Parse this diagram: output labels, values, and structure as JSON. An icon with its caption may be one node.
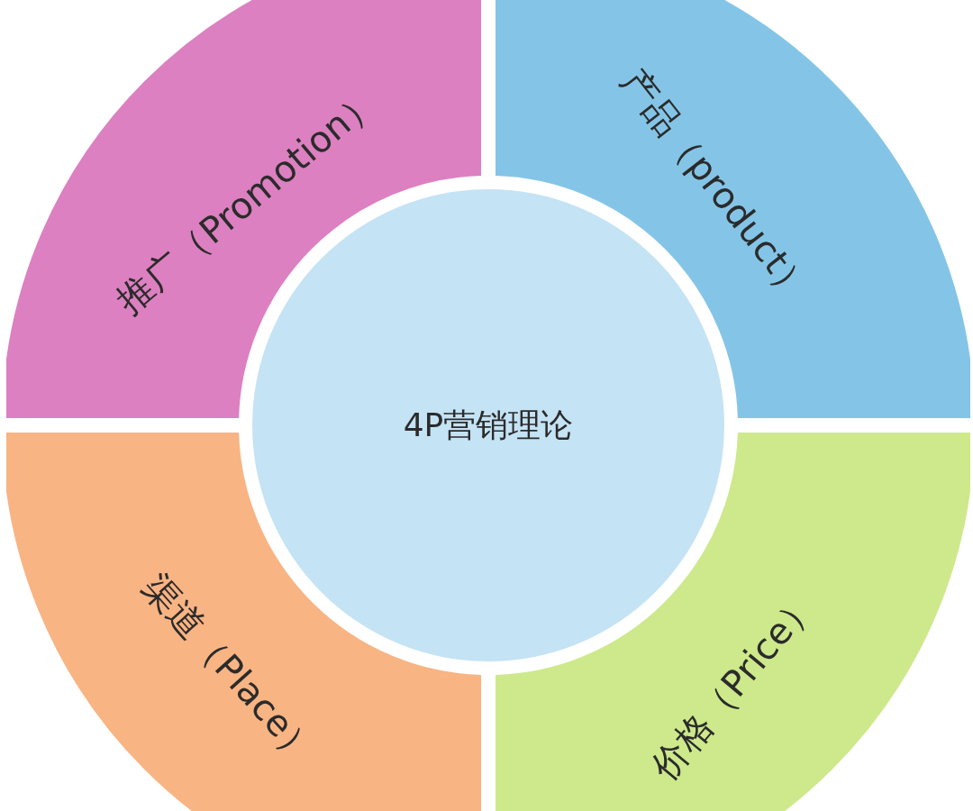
{
  "diagram": {
    "nodes": [
      {
        "text": [
          "推广（Promotion）"
        ]
      },
      {
        "text": [
          "产品（product）"
        ]
      },
      {
        "text": [
          "4P营销理论"
        ]
      },
      {
        "text": [
          "渠道（Place）"
        ]
      },
      {
        "text": [
          "价格（Price）"
        ]
      }
    ]
  }
}
